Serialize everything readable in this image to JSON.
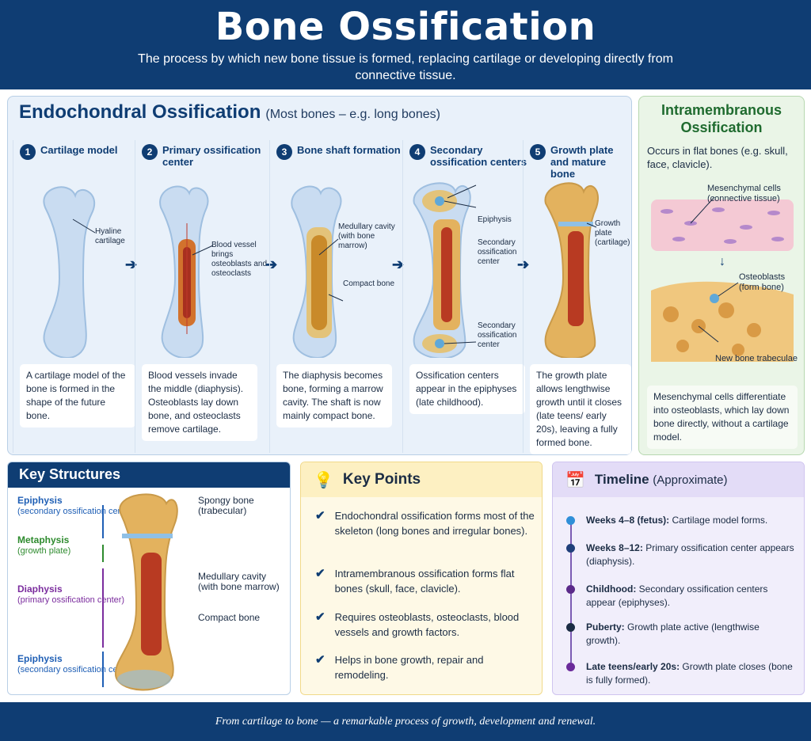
{
  "header": {
    "title": "Bone Ossification",
    "subtitle": "The process by which new bone tissue is formed, replacing cartilage or developing directly from connective tissue."
  },
  "endochondral": {
    "title": "Endochondral Ossification",
    "subtitle": "(Most bones – e.g. long bones)",
    "stages": [
      {
        "num": "1",
        "label": "Cartilage model",
        "desc": "A cartilage model of the bone is formed in the shape of the future bone.",
        "callouts": [
          "Hyaline cartilage"
        ]
      },
      {
        "num": "2",
        "label": "Primary ossification center",
        "desc": "Blood vessels invade the middle (diaphysis). Osteoblasts lay down bone, and osteoclasts remove cartilage.",
        "callouts": [
          "Blood vessel brings osteoblasts and osteoclasts"
        ]
      },
      {
        "num": "3",
        "label": "Bone shaft formation",
        "desc": "The diaphysis becomes bone, forming a marrow cavity. The shaft is now mainly compact bone.",
        "callouts": [
          "Medullary cavity (with bone marrow)",
          "Compact bone"
        ]
      },
      {
        "num": "4",
        "label": "Secondary ossification centers",
        "desc": "Ossification centers appear in the epiphyses (late childhood).",
        "callouts": [
          "Epiphysis",
          "Secondary ossification center",
          "Secondary ossification center"
        ]
      },
      {
        "num": "5",
        "label": "Growth plate and mature bone",
        "desc": "The growth plate allows lengthwise growth until it closes (late teens/ early 20s), leaving a fully formed bone.",
        "callouts": [
          "Growth plate (cartilage)"
        ]
      }
    ]
  },
  "intramembranous": {
    "title": "Intramembranous Ossification",
    "intro": "Occurs in flat bones (e.g. skull, face, clavicle).",
    "callouts": [
      "Mesenchymal cells (connective tissue)",
      "Osteoblasts (form bone)",
      "New bone trabeculae"
    ],
    "desc": "Mesenchymal cells differentiate into osteoblasts, which lay down bone directly, without a cartilage model."
  },
  "key_structures": {
    "title": "Key Structures",
    "left": [
      {
        "name": "Epiphysis",
        "sub": "(secondary ossification center)",
        "color": "#1f5fb5"
      },
      {
        "name": "Metaphysis",
        "sub": "(growth plate)",
        "color": "#2e8b2e"
      },
      {
        "name": "Diaphysis",
        "sub": "(primary ossification center)",
        "color": "#7b2d9e"
      },
      {
        "name": "Epiphysis",
        "sub": "(secondary ossification center)",
        "color": "#1f5fb5"
      }
    ],
    "right": [
      "Spongy bone (trabecular)",
      "Medullary cavity (with bone marrow)",
      "Compact bone"
    ]
  },
  "key_points": {
    "title": "Key Points",
    "items": [
      "Endochondral ossification forms most of the skeleton (long bones and irregular bones).",
      "Intramembranous ossification forms flat bones (skull, face, clavicle).",
      "Requires osteoblasts, osteoclasts, blood vessels and growth factors.",
      "Helps in bone growth, repair and remodeling."
    ]
  },
  "timeline": {
    "title": "Timeline",
    "title_sub": "(Approximate)",
    "items": [
      {
        "when": "Weeks 4–8 (fetus):",
        "what": "Cartilage model forms.",
        "color": "#2f8fd8"
      },
      {
        "when": "Weeks 8–12:",
        "what": "Primary ossification center appears (diaphysis).",
        "color": "#1f3f7a"
      },
      {
        "when": "Childhood:",
        "what": "Secondary ossification centers appear (epiphyses).",
        "color": "#5b2a8a"
      },
      {
        "when": "Puberty:",
        "what": "Growth plate active (lengthwise growth).",
        "color": "#1b2c44"
      },
      {
        "when": "Late teens/early 20s:",
        "what": "Growth plate closes (bone is fully formed).",
        "color": "#6a2a9a"
      }
    ]
  },
  "footer": "From cartilage to bone — a remarkable process of growth, development and renewal."
}
